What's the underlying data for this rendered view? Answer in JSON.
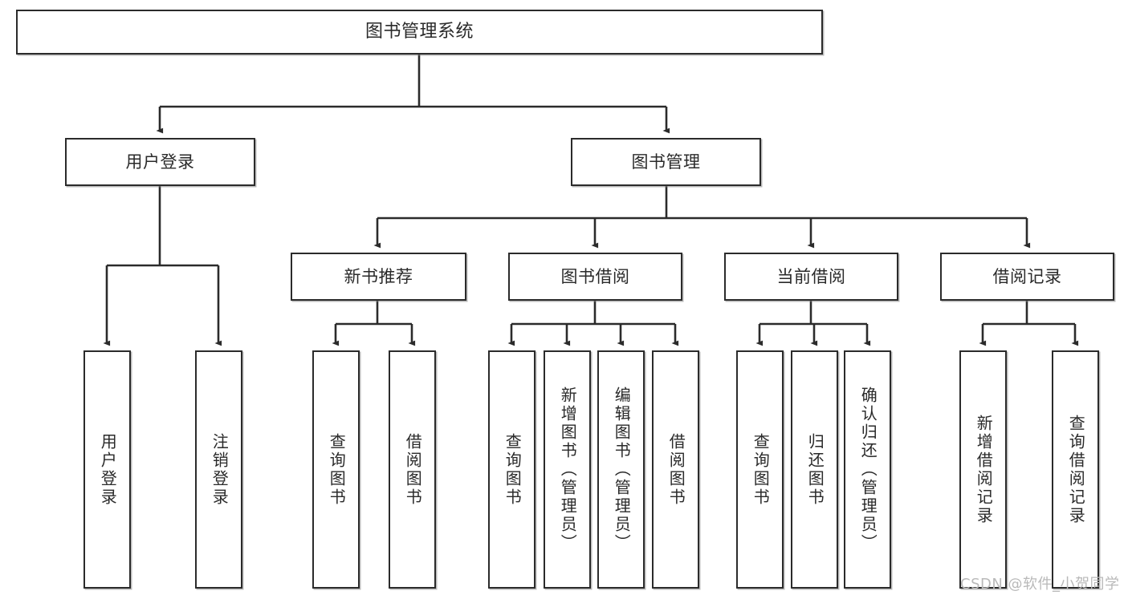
{
  "diagram": {
    "title": "图书管理系统",
    "type": "hierarchy-tree",
    "stroke_color": "#2b2b2b",
    "text_color": "#2a2a2a",
    "background_color": "#ffffff",
    "watermark": "CSDN @软件_小贺同学",
    "nodes": {
      "root": {
        "label": "图书管理系统",
        "level": 1
      },
      "user_login": {
        "label": "用户登录",
        "level": 2
      },
      "book_manage": {
        "label": "图书管理",
        "level": 2
      },
      "new_book_rec": {
        "label": "新书推荐",
        "level": 3
      },
      "book_borrow": {
        "label": "图书借阅",
        "level": 3
      },
      "current_borrow": {
        "label": "当前借阅",
        "level": 3
      },
      "borrow_record": {
        "label": "借阅记录",
        "level": 3
      },
      "leaf_user_login": {
        "label": "用户登录",
        "level": 4
      },
      "leaf_logout": {
        "label": "注销登录",
        "level": 4
      },
      "leaf_query_book_1": {
        "label": "查询图书",
        "level": 4
      },
      "leaf_borrow_book_1": {
        "label": "借阅图书",
        "level": 4
      },
      "leaf_query_book_2": {
        "label": "查询图书",
        "level": 4
      },
      "leaf_add_book": {
        "label": "新增图书（管理员）",
        "level": 4
      },
      "leaf_edit_book": {
        "label": "编辑图书（管理员）",
        "level": 4
      },
      "leaf_borrow_book_2": {
        "label": "借阅图书",
        "level": 4
      },
      "leaf_query_book_3": {
        "label": "查询图书",
        "level": 4
      },
      "leaf_return_book": {
        "label": "归还图书",
        "level": 4
      },
      "leaf_confirm_return": {
        "label": "确认归还（管理员）",
        "level": 4
      },
      "leaf_add_record": {
        "label": "新增借阅记录",
        "level": 4
      },
      "leaf_query_record": {
        "label": "查询借阅记录",
        "level": 4
      }
    },
    "edges": [
      {
        "from": "root",
        "to": "user_login"
      },
      {
        "from": "root",
        "to": "book_manage"
      },
      {
        "from": "user_login",
        "to": "leaf_user_login"
      },
      {
        "from": "user_login",
        "to": "leaf_logout"
      },
      {
        "from": "book_manage",
        "to": "new_book_rec"
      },
      {
        "from": "book_manage",
        "to": "book_borrow"
      },
      {
        "from": "book_manage",
        "to": "current_borrow"
      },
      {
        "from": "book_manage",
        "to": "borrow_record"
      },
      {
        "from": "new_book_rec",
        "to": "leaf_query_book_1"
      },
      {
        "from": "new_book_rec",
        "to": "leaf_borrow_book_1"
      },
      {
        "from": "book_borrow",
        "to": "leaf_query_book_2"
      },
      {
        "from": "book_borrow",
        "to": "leaf_add_book"
      },
      {
        "from": "book_borrow",
        "to": "leaf_edit_book"
      },
      {
        "from": "book_borrow",
        "to": "leaf_borrow_book_2"
      },
      {
        "from": "current_borrow",
        "to": "leaf_query_book_3"
      },
      {
        "from": "current_borrow",
        "to": "leaf_return_book"
      },
      {
        "from": "current_borrow",
        "to": "leaf_confirm_return"
      },
      {
        "from": "borrow_record",
        "to": "leaf_add_record"
      },
      {
        "from": "borrow_record",
        "to": "leaf_query_record"
      }
    ]
  }
}
